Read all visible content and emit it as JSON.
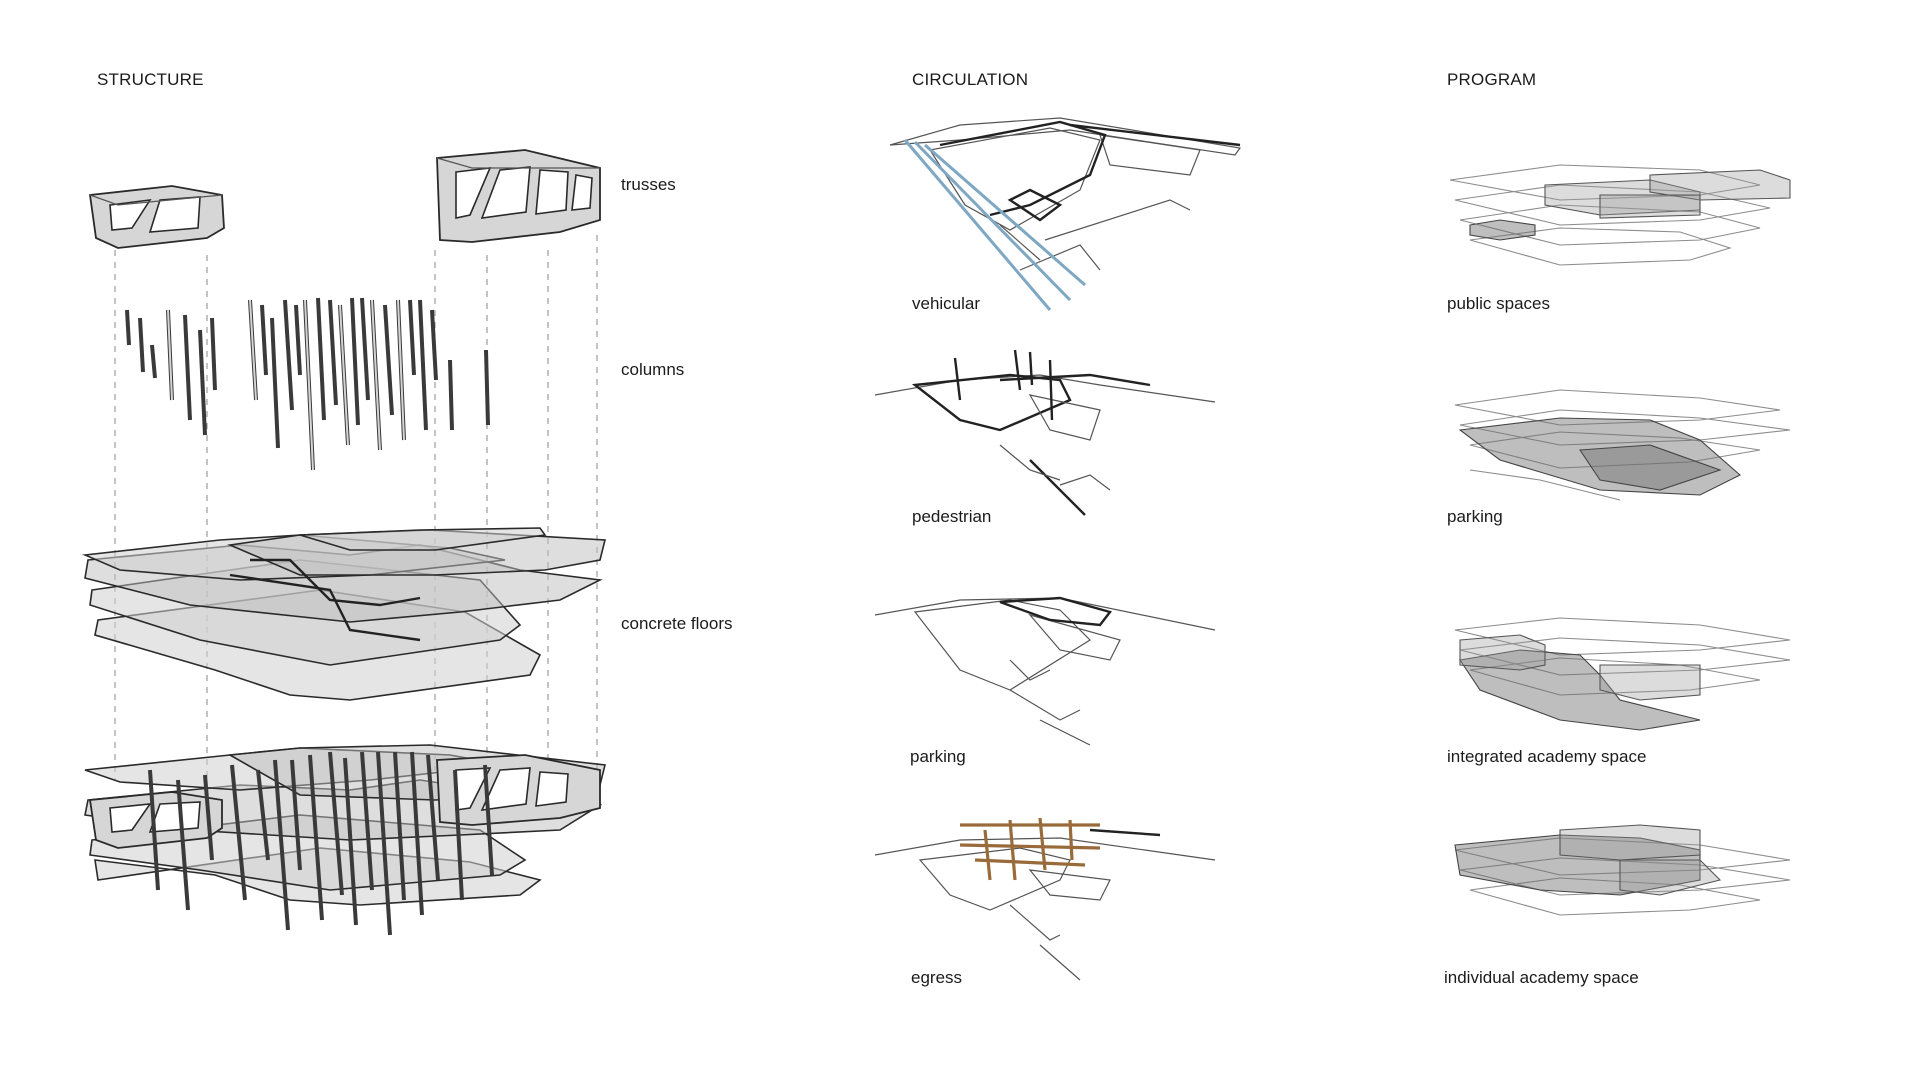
{
  "sections": {
    "structure": {
      "heading": "STRUCTURE",
      "labels": {
        "trusses": "trusses",
        "columns": "columns",
        "floors": "concrete floors"
      }
    },
    "circulation": {
      "heading": "CIRCULATION",
      "labels": {
        "vehicular": "vehicular",
        "pedestrian": "pedestrian",
        "parking": "parking",
        "egress": "egress"
      }
    },
    "program": {
      "heading": "PROGRAM",
      "labels": {
        "public": "public spaces",
        "parking": "parking",
        "integrated": "integrated academy space",
        "individual": "individual academy space"
      }
    }
  },
  "colors": {
    "vehicular_accent": "#7ea7c4",
    "egress_accent": "#9a6b3a",
    "text": "#1b1b1b"
  }
}
